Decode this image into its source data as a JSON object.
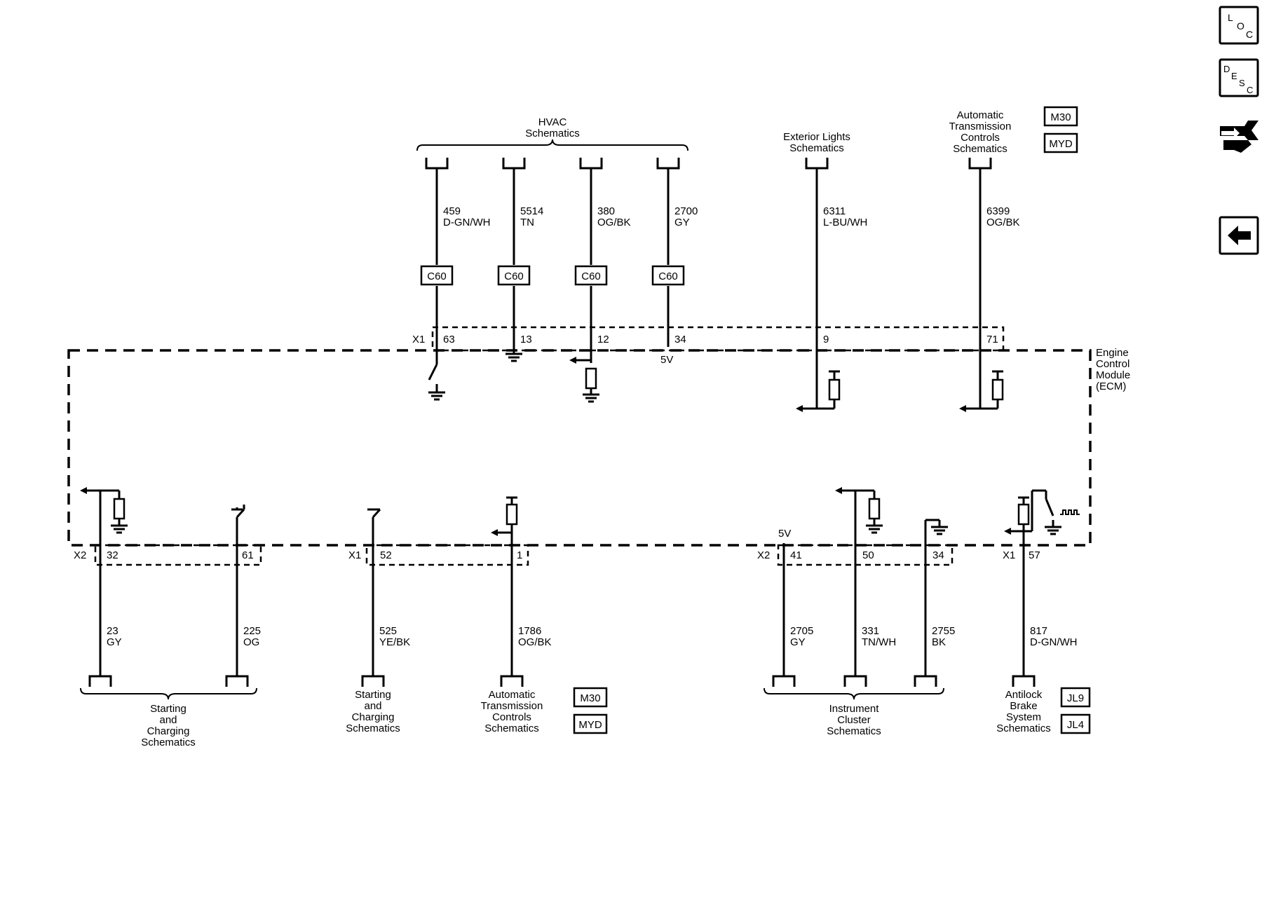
{
  "module": {
    "name_lines": [
      "Engine",
      "Control",
      "Module",
      "(ECM)"
    ]
  },
  "voltage_label": "5V",
  "nav": {
    "loc": [
      "L",
      "O",
      "C"
    ],
    "desc": [
      "D",
      "E",
      "S",
      "C"
    ],
    "icon_tools": "service-tools-icon",
    "icon_back": "back-arrow-icon"
  },
  "top_dests": {
    "hvac": [
      "HVAC",
      "Schematics"
    ],
    "exterior": [
      "Exterior Lights",
      "Schematics"
    ],
    "auto_trans": [
      "Automatic",
      "Transmission",
      "Controls",
      "Schematics"
    ]
  },
  "top_options": [
    "M30",
    "MYD"
  ],
  "top_wires": [
    {
      "circuit": "459",
      "color": "D-GN/WH",
      "connector": "C60",
      "pin": "63"
    },
    {
      "circuit": "5514",
      "color": "TN",
      "connector": "C60",
      "pin": "13"
    },
    {
      "circuit": "380",
      "color": "OG/BK",
      "connector": "C60",
      "pin": "12"
    },
    {
      "circuit": "2700",
      "color": "GY",
      "connector": "C60",
      "pin": "34"
    },
    {
      "circuit": "6311",
      "color": "L-BU/WH",
      "pin": "9"
    },
    {
      "circuit": "6399",
      "color": "OG/BK",
      "pin": "71"
    }
  ],
  "top_connector": "X1",
  "bottom_groups": [
    {
      "connector": "X2",
      "pins": [
        "32",
        "61"
      ]
    },
    {
      "connector": "X1",
      "pins": [
        "52",
        "1"
      ]
    },
    {
      "connector": "X2",
      "pins": [
        "41",
        "50",
        "34"
      ]
    },
    {
      "connector": "X1",
      "pins": [
        "57"
      ]
    }
  ],
  "bottom_wires": [
    {
      "circuit": "23",
      "color": "GY"
    },
    {
      "circuit": "225",
      "color": "OG"
    },
    {
      "circuit": "525",
      "color": "YE/BK"
    },
    {
      "circuit": "1786",
      "color": "OG/BK"
    },
    {
      "circuit": "2705",
      "color": "GY"
    },
    {
      "circuit": "331",
      "color": "TN/WH"
    },
    {
      "circuit": "2755",
      "color": "BK"
    },
    {
      "circuit": "817",
      "color": "D-GN/WH"
    }
  ],
  "bottom_dests": {
    "start_charge_1": [
      "Starting",
      "and",
      "Charging",
      "Schematics"
    ],
    "start_charge_2": [
      "Starting",
      "and",
      "Charging",
      "Schematics"
    ],
    "auto_trans": [
      "Automatic",
      "Transmission",
      "Controls",
      "Schematics"
    ],
    "instrument": [
      "Instrument",
      "Cluster",
      "Schematics"
    ],
    "abs": [
      "Antilock",
      "Brake",
      "System",
      "Schematics"
    ]
  },
  "bottom_options": {
    "auto_trans": [
      "M30",
      "MYD"
    ],
    "abs": [
      "JL9",
      "JL4"
    ]
  }
}
